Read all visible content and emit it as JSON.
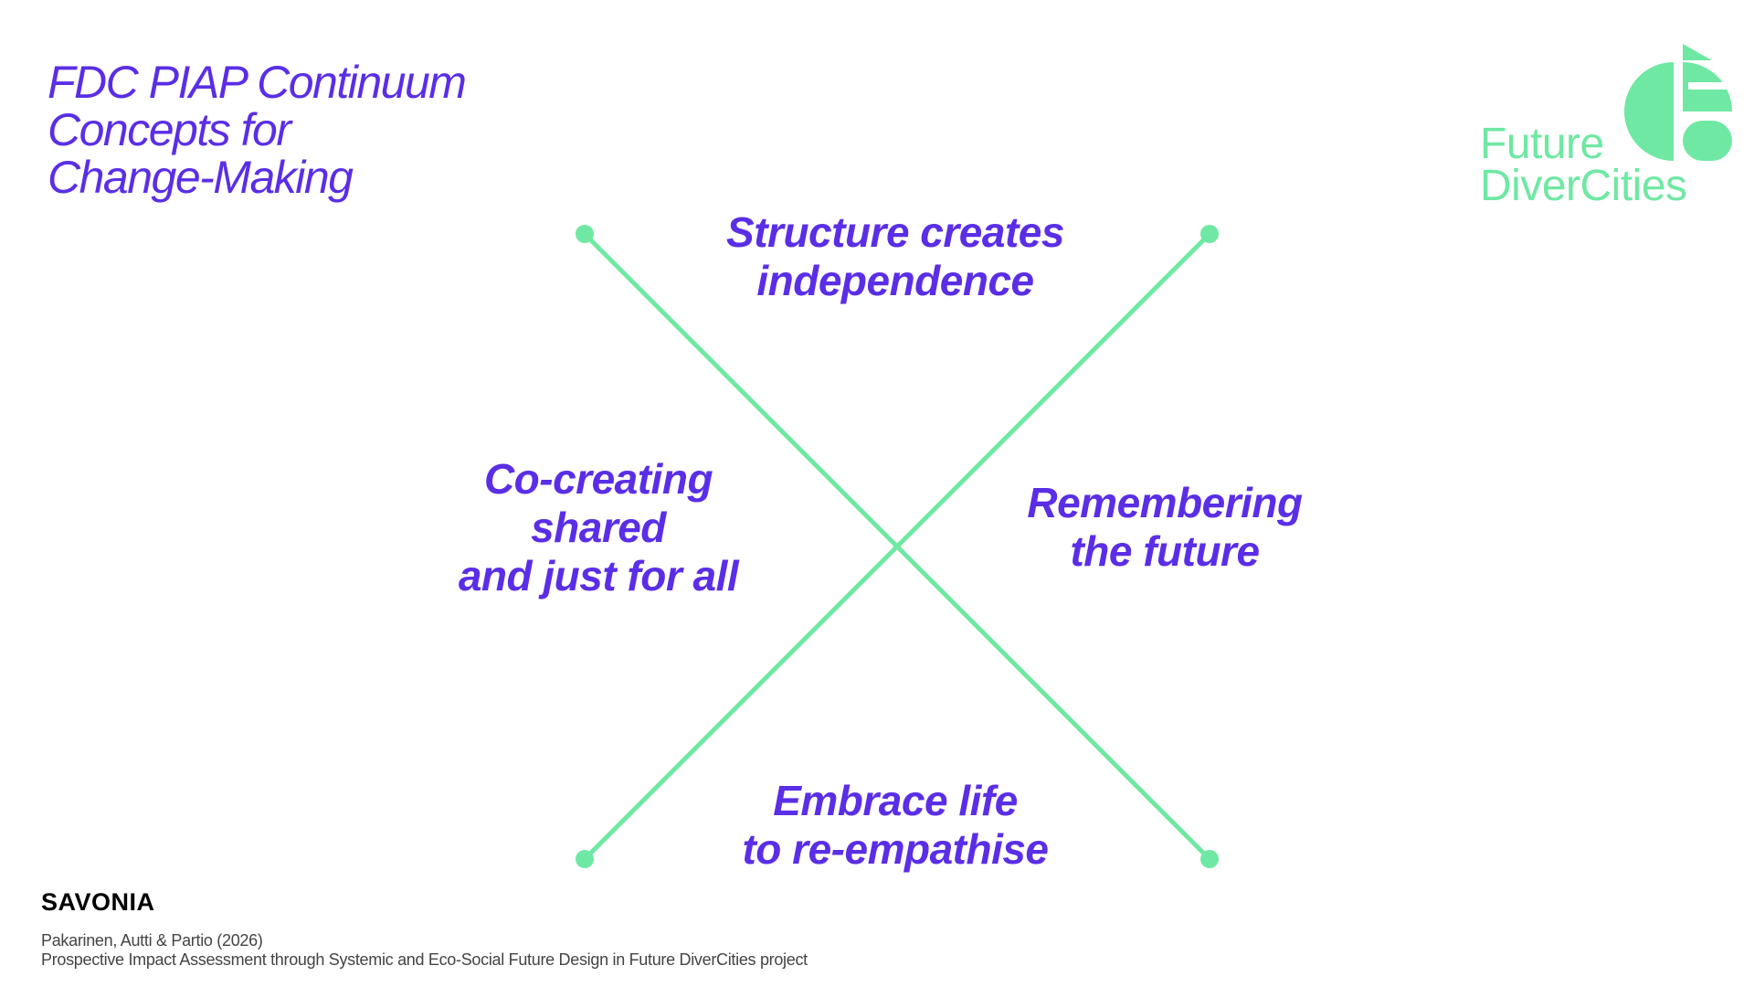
{
  "title": {
    "lines": [
      "FDC PIAP Continuum",
      "Concepts for",
      "Change-Making"
    ]
  },
  "logo": {
    "line1": "Future",
    "line2": "DiverCities",
    "color": "#6fe8a3"
  },
  "concepts": {
    "top": [
      "Structure creates",
      "independence"
    ],
    "left": [
      "Co-creating",
      "shared",
      "and just for all"
    ],
    "right": [
      "Remembering",
      "the future"
    ],
    "bottom": [
      "Embrace life",
      "to re-empathise"
    ]
  },
  "footer": {
    "brand": "SAVONIA",
    "citation_authors": "Pakarinen, Autti & Partio (2026)",
    "citation_title": "Prospective Impact Assessment through Systemic and Eco-Social Future Design in Future DiverCities project"
  },
  "colors": {
    "accent": "#5a2ee6",
    "line": "#6fe8a3",
    "text": "#000000"
  }
}
